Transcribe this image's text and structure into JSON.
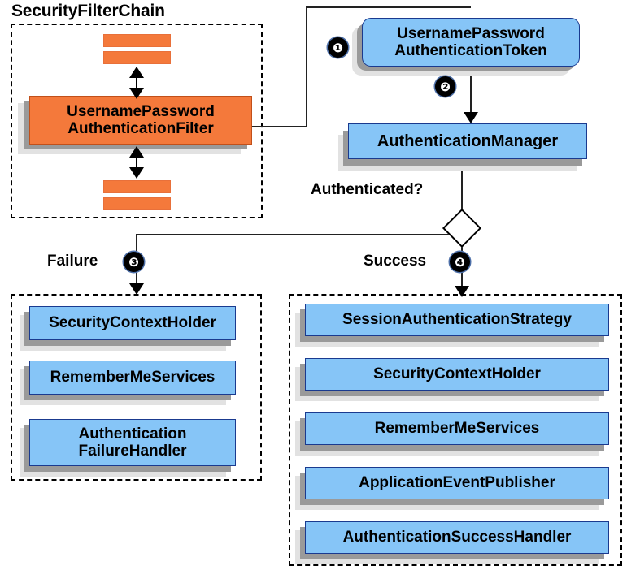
{
  "diagram": {
    "title": "SecurityFilterChain",
    "type": "flowchart"
  },
  "filter_chain": {
    "label": "SecurityFilterChain",
    "top_filters": [
      "filter-bar-1",
      "filter-bar-2"
    ],
    "bottom_filters": [
      "filter-bar-3",
      "filter-bar-4"
    ],
    "main_filter": {
      "line1": "UsernamePassword",
      "line2": "AuthenticationFilter",
      "color": "#f4793b"
    }
  },
  "flow": {
    "token": {
      "line1": "UsernamePassword",
      "line2": "AuthenticationToken",
      "color": "#86c5f7"
    },
    "manager": {
      "label": "AuthenticationManager",
      "color": "#86c5f7"
    },
    "decision": {
      "question": "Authenticated?",
      "failure_label": "Failure",
      "success_label": "Success"
    },
    "badges": {
      "one": "❶",
      "two": "❷",
      "three": "❸",
      "four": "❹"
    }
  },
  "failure_branch": {
    "boxes": [
      {
        "line1": "SecurityContextHolder",
        "line2": ""
      },
      {
        "line1": "RememberMeServices",
        "line2": ""
      },
      {
        "line1": "Authentication",
        "line2": "FailureHandler"
      }
    ]
  },
  "success_branch": {
    "boxes": [
      {
        "line1": "SessionAuthenticationStrategy",
        "line2": ""
      },
      {
        "line1": "SecurityContextHolder",
        "line2": ""
      },
      {
        "line1": "RememberMeServices",
        "line2": ""
      },
      {
        "line1": "ApplicationEventPublisher",
        "line2": ""
      },
      {
        "line1": "AuthenticationSuccessHandler",
        "line2": ""
      }
    ]
  },
  "colors": {
    "orange": "#f4793b",
    "blue": "#86c5f7",
    "shadow_dark": "#9a9a9a",
    "shadow_light": "#e2e2e2",
    "stroke": "#000000"
  }
}
